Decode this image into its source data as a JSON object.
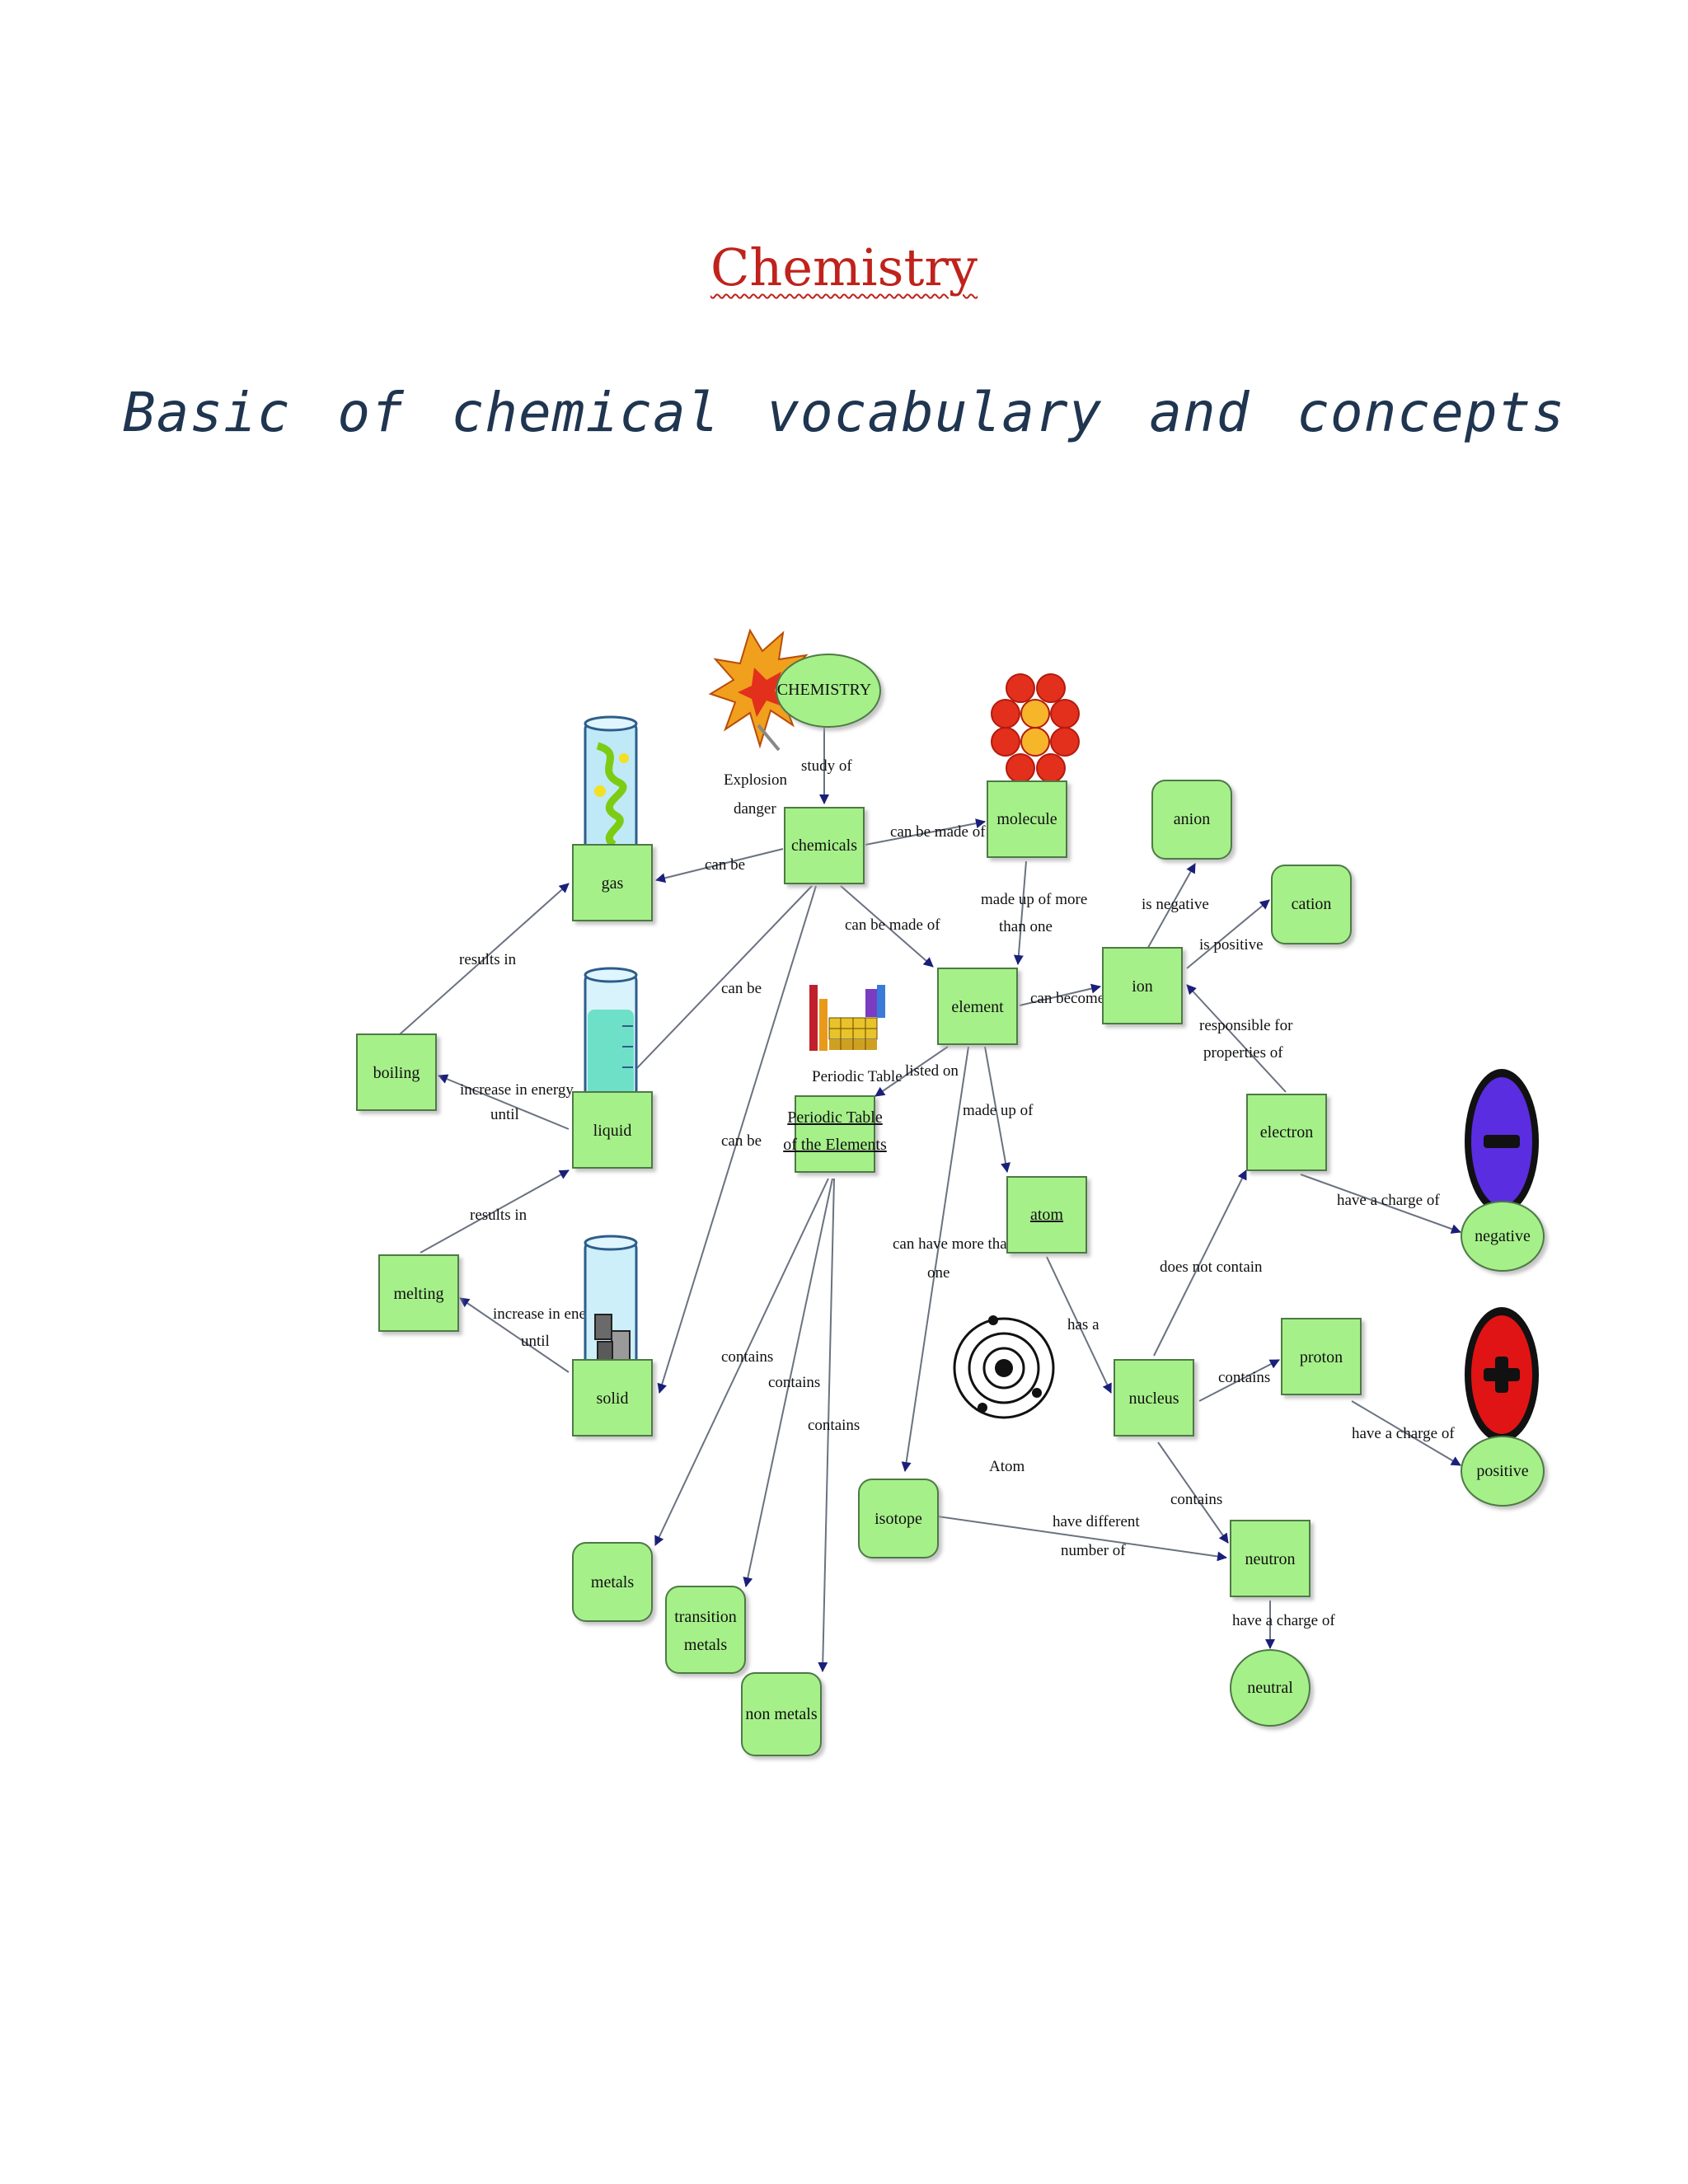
{
  "title": "Chemistry",
  "subtitle": "Basic of chemical vocabulary and concepts",
  "diagram": {
    "nodes": {
      "chemistry": "CHEMISTRY",
      "chemicals": "chemicals",
      "molecule": "molecule",
      "gas": "gas",
      "liquid": "liquid",
      "solid": "solid",
      "boiling": "boiling",
      "melting": "melting",
      "element": "element",
      "ion": "ion",
      "anion": "anion",
      "cation": "cation",
      "periodic_table_line1": "Periodic Table",
      "periodic_table_line2": "of the Elements",
      "atom": "atom",
      "electron": "electron",
      "negative": "negative",
      "positive": "positive",
      "nucleus": "nucleus",
      "proton": "proton",
      "neutron": "neutron",
      "neutral": "neutral",
      "isotope": "isotope",
      "metals": "metals",
      "transition_metals_line1": "transition",
      "transition_metals_line2": "metals",
      "non_metals": "non metals"
    },
    "images": {
      "explosion_caption_line1": "Explosion",
      "explosion_caption_line2": "danger",
      "periodic_table_caption": "Periodic Table",
      "atom_caption": "Atom"
    },
    "links": {
      "study_of": "study of",
      "chemicals_can_be_gas": "can be",
      "chemicals_can_be_made_of_molecule": "can be made of",
      "chemicals_can_be_made_of_element": "can be made of",
      "chemicals_can_be_liquid": "can be",
      "chemicals_can_be_solid": "can be",
      "made_up_line1": "made up of more",
      "made_up_line2": "than one",
      "can_become": "can become",
      "is_negative": "is negative",
      "is_positive": "is positive",
      "responsible_line1": "responsible for",
      "responsible_line2": "properties of",
      "results_in_gas": "results in",
      "increase_liquid_line1": "increase in energy",
      "increase_liquid_line2": "until",
      "results_in_liquid": "results in",
      "increase_solid_line1": "increase in energy",
      "increase_solid_line2": "until",
      "listed_on": "listed on",
      "made_up_of_atom": "made up of",
      "can_have_line1": "can have more than",
      "can_have_line2": "one",
      "has_a": "has a",
      "does_not_contain": "does not contain",
      "have_charge_negative": "have a charge of",
      "contains_proton": "contains",
      "have_charge_positive": "have a charge of",
      "contains_neutron": "contains",
      "have_charge_neutral": "have a charge of",
      "have_different_line1": "have different",
      "have_different_line2": "number of",
      "contains_metals": "contains",
      "contains_transition": "contains",
      "contains_non_metals": "contains"
    },
    "colors": {
      "node_fill": "#a6f08a",
      "node_stroke": "#4e7a44",
      "edge": "#6a7280",
      "arrowhead": "#1a1f7a",
      "negative_fill": "#5a2de0",
      "positive_fill": "#e01414",
      "molecule_outer": "#e2301c",
      "molecule_inner": "#f7b52a",
      "liquid_fill": "#6fe0c8",
      "explosion": "#f0a01c"
    }
  }
}
